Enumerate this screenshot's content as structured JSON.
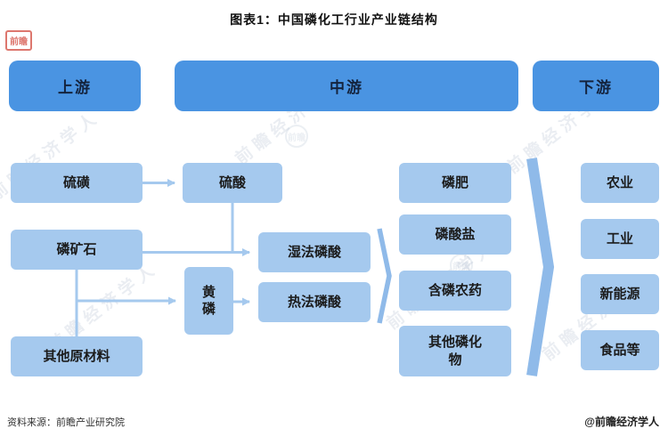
{
  "title": "图表1：中国磷化工行业产业链结构",
  "headers": {
    "upstream": "上游",
    "midstream": "中游",
    "downstream": "下游"
  },
  "upstream": {
    "boxes": [
      "硫磺",
      "磷矿石",
      "其他原材料"
    ]
  },
  "midstream": {
    "intermediates": [
      "硫酸",
      "黄磷"
    ],
    "acids": [
      "湿法磷酸",
      "热法磷酸"
    ],
    "products": [
      "磷肥",
      "磷酸盐",
      "含磷农药",
      "其他磷化物"
    ]
  },
  "downstream": {
    "boxes": [
      "农业",
      "工业",
      "新能源",
      "食品等"
    ]
  },
  "footer": {
    "source": "资料来源：前瞻产业研究院",
    "credit": "@前瞻经济学人"
  },
  "watermark": {
    "text": "前瞻经济学人",
    "logo": "前瞻"
  },
  "colors": {
    "header_blue": "#4a94e2",
    "box_blue": "#a5c9ee",
    "connector_blue": "#a5c9ee",
    "chevron_blue": "#8fbae9"
  }
}
